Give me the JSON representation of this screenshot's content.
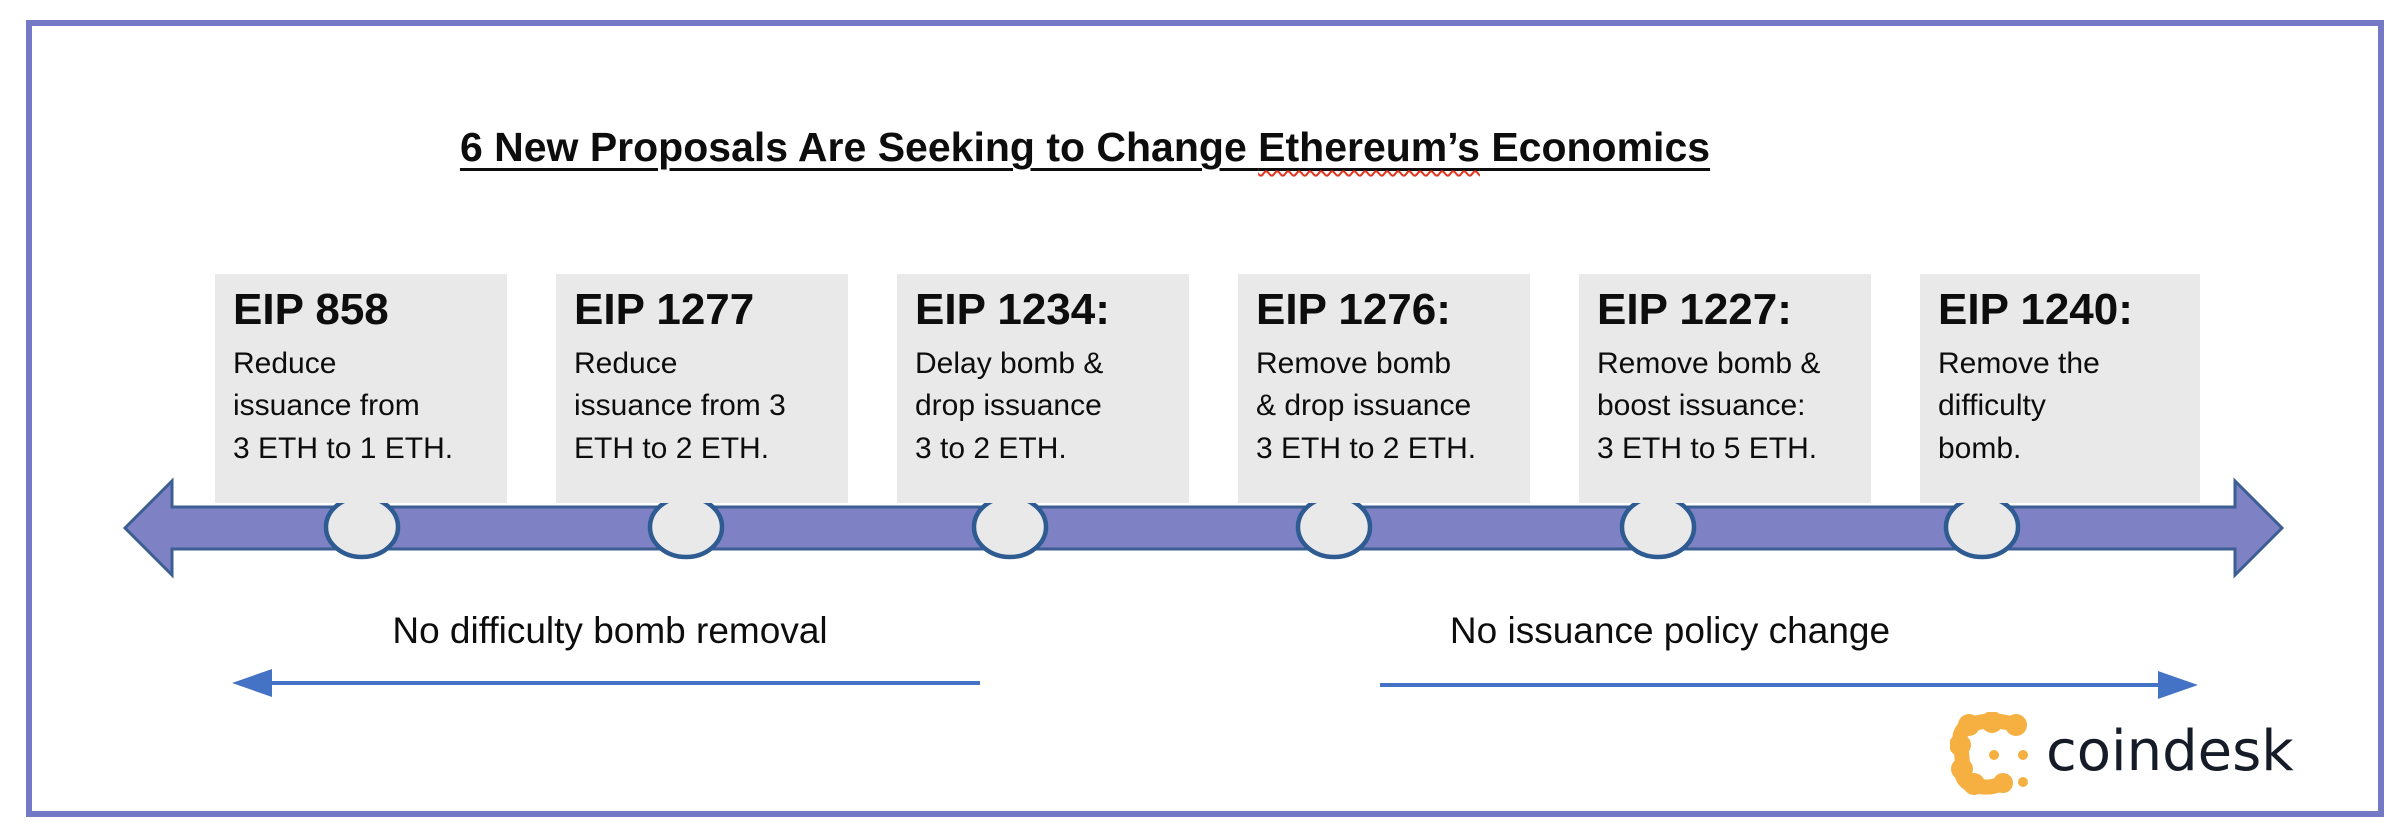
{
  "title": {
    "prefix": "6 New Proposals Are Seeking to Change ",
    "misspelled_word": "Ethereum’s",
    "suffix": " Economics"
  },
  "timeline": {
    "description": "double-headed horizontal arrow with 6 event nodes",
    "proposals": [
      {
        "heading": "EIP 858",
        "body": "Reduce\nissuance from\n3 ETH to 1 ETH."
      },
      {
        "heading": "EIP 1277",
        "body": "Reduce\nissuance from 3\nETH to 2 ETH."
      },
      {
        "heading": "EIP 1234:",
        "body": "Delay bomb &\ndrop issuance\n3 to 2 ETH."
      },
      {
        "heading": "EIP 1276:",
        "body": "Remove bomb\n& drop issuance\n3 ETH to 2 ETH."
      },
      {
        "heading": "EIP 1227:",
        "body": "Remove bomb &\nboost issuance:\n3 ETH to 5 ETH."
      },
      {
        "heading": "EIP 1240:",
        "body": "Remove the\ndifficulty\nbomb."
      }
    ]
  },
  "annotations": {
    "left": {
      "label": "No difficulty bomb removal",
      "direction": "left"
    },
    "right": {
      "label": "No issuance policy change",
      "direction": "right"
    }
  },
  "logo": {
    "wordmark": "coindesk",
    "icon": "coindesk-mark-icon"
  },
  "colors": {
    "frame": "#7379c4",
    "title_color": "#0d0d0d",
    "squiggle": "#e0361f",
    "box_bg": "#e9e9e9",
    "arrow_fill": "#7e82c5",
    "arrow_stroke": "#3d5e93",
    "node_fill": "#e9e9e9",
    "node_stroke": "#2f5b93",
    "annotation_blue": "#4472c4",
    "logo_orange": "#f5b041",
    "logo_navy": "#151c28"
  }
}
